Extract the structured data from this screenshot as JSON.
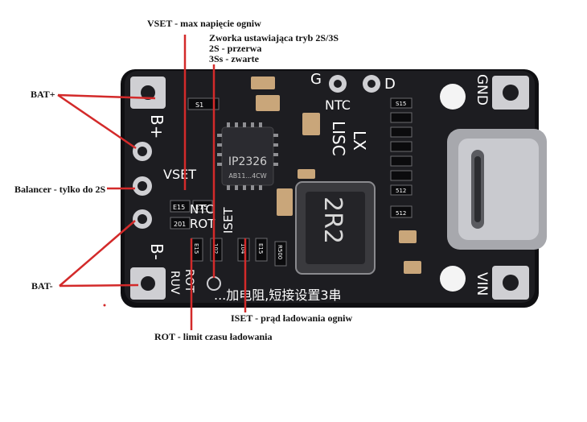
{
  "annotations": {
    "vset": "VSET - max napięcie ogniw",
    "jumper_title": "Zworka ustawiająca tryb 2S/3S",
    "jumper_2s": "2S - przerwa",
    "jumper_3s": "3Ss - zwarte",
    "bat_plus": "BAT+",
    "balancer": "Balancer - tylko do 2S",
    "bat_minus": "BAT-",
    "iset": "ISET - prąd ładowania ogniw",
    "rot": "ROT - limit czasu ładowania"
  },
  "board": {
    "chip_top": "IP2326",
    "chip_bottom": "AB11...4CW",
    "inductor": "2R2",
    "pad_bplus": "B+",
    "pad_bminus": "B-",
    "vset": "VSET",
    "ntc_left": "NTC",
    "rot": "ROT",
    "rot_side": "ROT",
    "ruv_side": "RUV",
    "iset": "ISET",
    "ntc_top": "NTC",
    "lisc": "LISC",
    "lx": "LX",
    "g": "G",
    "d": "D",
    "gnd": "GND",
    "vin": "VIN",
    "bottom_text": "...加电阻,短接设置3串",
    "r_s1": "S1",
    "r_e15a": "E15",
    "r_e15b": "E15",
    "r_e15c": "E15",
    "r_201": "201",
    "r_102": "102",
    "r_104": "104",
    "r_r500": "R500",
    "r_512a": "512",
    "r_512b": "512",
    "r_e15d": "E15",
    "r_s15": "S15"
  },
  "colors": {
    "pcb": "#1b1b1e",
    "pad": "#d9d9dc",
    "arrow": "#d32a2a",
    "silk": "#ffffff",
    "label": "#111111"
  }
}
